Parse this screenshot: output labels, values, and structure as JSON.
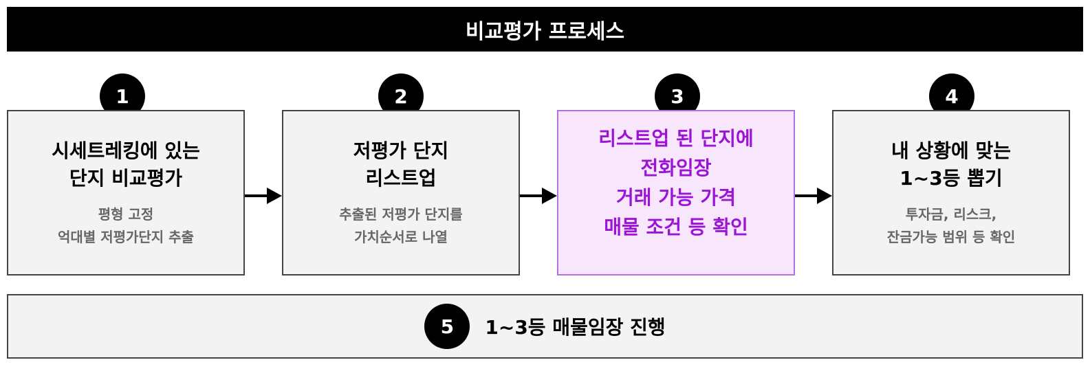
{
  "title": "비교평가 프로세스",
  "steps": [
    {
      "number": "1",
      "heading": [
        "시세트레킹에 있는",
        "단지 비교평가"
      ],
      "sub": [
        "평형 고정",
        "억대별 저평가단지 추출"
      ]
    },
    {
      "number": "2",
      "heading": [
        "저평가 단지",
        "리스트업"
      ],
      "sub": [
        "추출된 저평가 단지를",
        "가치순서로 나열"
      ]
    },
    {
      "number": "3",
      "heading": [
        "리스트업 된 단지에",
        "전화임장",
        "거래 가능 가격",
        "매물 조건 등 확인"
      ],
      "sub": []
    },
    {
      "number": "4",
      "heading": [
        "내 상황에 맞는",
        "1~3등 뽑기"
      ],
      "sub": [
        "투자금, 리스크,",
        "잔금가능 범위 등 확인"
      ]
    }
  ],
  "final_step": {
    "number": "5",
    "label": "1~3등 매물임장 진행"
  },
  "colors": {
    "highlight_text": "#9b14d6",
    "highlight_bg": "#f8e6fd",
    "highlight_border": "#b46fe0"
  }
}
